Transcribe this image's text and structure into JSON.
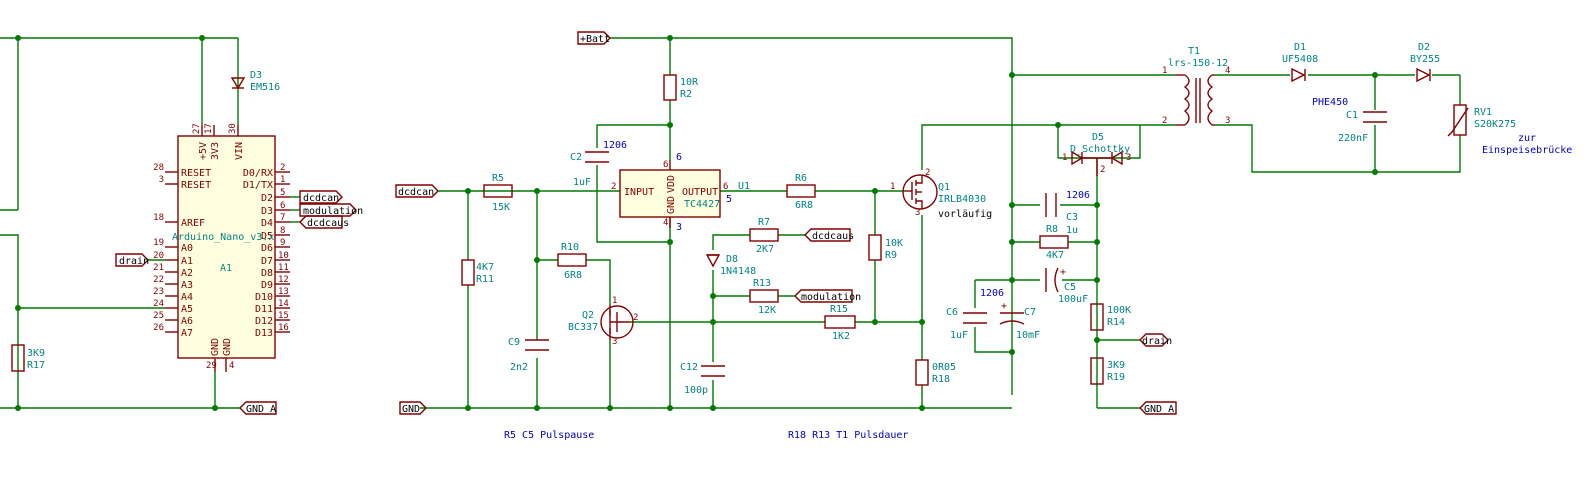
{
  "labels": {
    "dcdcan": "dcdcan",
    "modulation": "modulation",
    "dcdcaus": "dcdcaus",
    "drain": "drain",
    "gnd_a": "GND_A",
    "gnd": "GND",
    "batt": "+Batt"
  },
  "arduino": {
    "ref": "A1",
    "value": "Arduino_Nano_v3.x",
    "pins_top": [
      {
        "num": "27",
        "name": "+5V"
      },
      {
        "num": "17",
        "name": "3V3"
      },
      {
        "num": "30",
        "name": "VIN"
      }
    ],
    "pins_left": [
      {
        "num": "28",
        "name": "RESET"
      },
      {
        "num": "3",
        "name": "RESET"
      },
      {
        "num": "18",
        "name": "AREF"
      },
      {
        "num": "19",
        "name": "A0"
      },
      {
        "num": "20",
        "name": "A1"
      },
      {
        "num": "21",
        "name": "A2"
      },
      {
        "num": "22",
        "name": "A3"
      },
      {
        "num": "23",
        "name": "A4"
      },
      {
        "num": "24",
        "name": "A5"
      },
      {
        "num": "25",
        "name": "A6"
      },
      {
        "num": "26",
        "name": "A7"
      }
    ],
    "pins_right": [
      {
        "num": "2",
        "name": "D0/RX"
      },
      {
        "num": "1",
        "name": "D1/TX"
      },
      {
        "num": "5",
        "name": "D2"
      },
      {
        "num": "6",
        "name": "D3"
      },
      {
        "num": "7",
        "name": "D4"
      },
      {
        "num": "8",
        "name": "D5"
      },
      {
        "num": "9",
        "name": "D6"
      },
      {
        "num": "10",
        "name": "D7"
      },
      {
        "num": "11",
        "name": "D8"
      },
      {
        "num": "12",
        "name": "D9"
      },
      {
        "num": "13",
        "name": "D10"
      },
      {
        "num": "14",
        "name": "D11"
      },
      {
        "num": "15",
        "name": "D12"
      },
      {
        "num": "16",
        "name": "D13"
      }
    ],
    "pins_bottom": [
      {
        "num": "29",
        "name": "GND"
      },
      {
        "num": "4",
        "name": "GND"
      }
    ]
  },
  "driver": {
    "ref": "U1",
    "value": "TC4427",
    "input": "INPUT",
    "output": "OUTPUT",
    "vdd": "VDD",
    "gnd": "GND",
    "pin_input": "2",
    "pin_output": "6",
    "pin_vdd": "6",
    "pin_gnd": "4",
    "unit_pin_output": "5",
    "unit_pin_gnd": "3"
  },
  "components": {
    "d3": {
      "ref": "D3",
      "value": "EM516"
    },
    "r17": {
      "ref": "R17",
      "value": "3K9"
    },
    "r5": {
      "ref": "R5",
      "value": "15K"
    },
    "r11": {
      "ref": "R11",
      "value": "4K7"
    },
    "r10": {
      "ref": "R10",
      "value": "6R8"
    },
    "c9": {
      "ref": "C9",
      "value": "2n2"
    },
    "q2": {
      "ref": "Q2",
      "value": "BC337"
    },
    "c2": {
      "ref": "C2",
      "value": "1uF",
      "pkg": "1206"
    },
    "r2": {
      "ref": "R2",
      "value": "10R"
    },
    "r6": {
      "ref": "R6",
      "value": "6R8"
    },
    "r7": {
      "ref": "R7",
      "value": "2K7"
    },
    "d8": {
      "ref": "D8",
      "value": "1N4148"
    },
    "r13": {
      "ref": "R13",
      "value": "12K"
    },
    "r15": {
      "ref": "R15",
      "value": "1K2"
    },
    "c12": {
      "ref": "C12",
      "value": "100p"
    },
    "r9": {
      "ref": "R9",
      "value": "10K"
    },
    "q1": {
      "ref": "Q1",
      "value": "IRLB4030",
      "note": "vorläufig"
    },
    "r18": {
      "ref": "R18",
      "value": "0R05"
    },
    "c6": {
      "ref": "C6",
      "value": "1uF",
      "pkg": "1206"
    },
    "c7": {
      "ref": "C7",
      "value": "10mF"
    },
    "c3": {
      "ref": "C3",
      "value": "1u",
      "pkg": "1206"
    },
    "r8": {
      "ref": "R8",
      "value": "4K7"
    },
    "c5": {
      "ref": "C5",
      "value": "100uF"
    },
    "r14": {
      "ref": "R14",
      "value": "100K"
    },
    "r19": {
      "ref": "R19",
      "value": "3K9"
    },
    "d5": {
      "ref": "D5",
      "value": "D_Schottky"
    },
    "t1": {
      "ref": "T1",
      "value": "lrs-150-12"
    },
    "d1": {
      "ref": "D1",
      "value": "UF5408"
    },
    "d2": {
      "ref": "D2",
      "value": "BY255"
    },
    "c1": {
      "ref": "C1",
      "value": "220nF",
      "note": "PHE450"
    },
    "rv1": {
      "ref": "RV1",
      "value": "S20K275",
      "note1": "zur",
      "note2": "Einspeisebrücke"
    }
  },
  "pins": {
    "q2_1": "1",
    "q2_2": "2",
    "q2_3": "3",
    "q1_1": "1",
    "q1_2": "2",
    "q1_3": "3",
    "t1_1": "1",
    "t1_2": "2",
    "t1_3": "3",
    "t1_4": "4",
    "d5_1": "1",
    "d5_2": "2",
    "d5_3": "3"
  },
  "notes": {
    "pulspause": "R5 C5 Pulspause",
    "pulsdauer": "R18 R13 T1 Pulsdauer"
  },
  "colors": {
    "wire": "#007a00",
    "part": "#840000",
    "part_fill": "#ffffe0",
    "ref_text": "#008484",
    "footprint_text": "#0000c8"
  }
}
